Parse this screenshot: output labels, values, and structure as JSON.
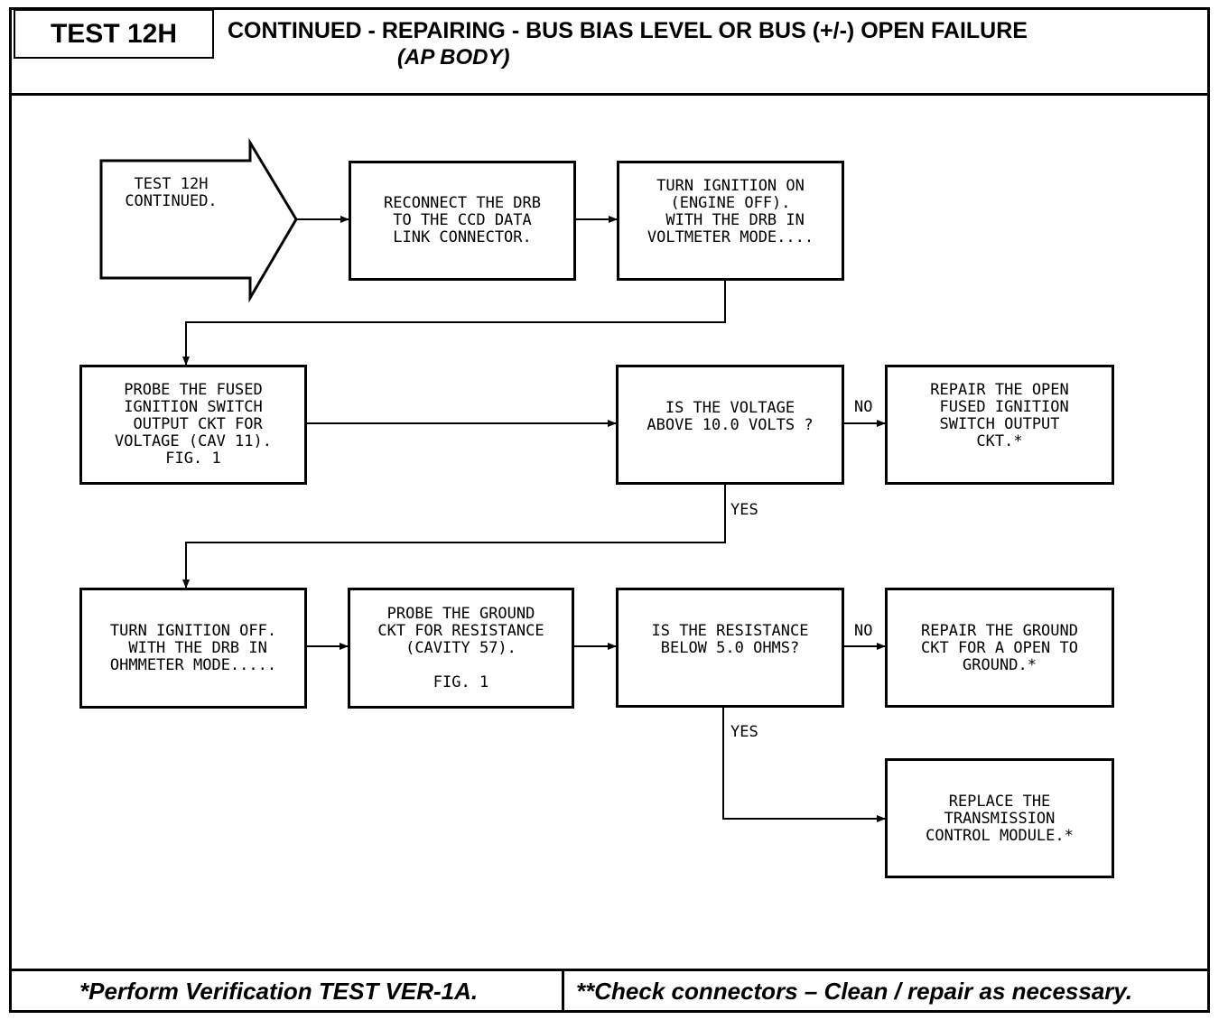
{
  "header": {
    "test_id": "TEST 12H",
    "title": "CONTINUED -  REPAIRING - BUS BIAS LEVEL OR BUS (+/-) OPEN FAILURE",
    "subtitle": "(AP BODY)"
  },
  "flow": {
    "start": "TEST 12H\nCONTINUED.",
    "reconnect": "RECONNECT THE DRB\nTO THE CCD DATA\nLINK CONNECTOR.",
    "ignition_on": "TURN IGNITION ON\n(ENGINE OFF).\n WITH THE DRB IN\nVOLTMETER MODE....",
    "probe_fused": "PROBE THE FUSED\nIGNITION SWITCH\n OUTPUT CKT FOR\nVOLTAGE (CAV 11).\nFIG. 1",
    "q_voltage": "IS THE VOLTAGE\nABOVE 10.0 VOLTS ?",
    "repair_open_fused": "REPAIR THE OPEN\n FUSED IGNITION\nSWITCH OUTPUT\nCKT.*",
    "ignition_off": "TURN IGNITION OFF.\n WITH THE DRB IN\nOHMMETER MODE.....",
    "probe_ground": "PROBE THE GROUND\nCKT FOR RESISTANCE\n(CAVITY 57).\n\nFIG. 1",
    "q_resistance": "IS THE RESISTANCE\nBELOW 5.0 OHMS?",
    "repair_ground": "REPAIR THE GROUND\nCKT FOR A OPEN TO\nGROUND.*",
    "replace_tcm": "REPLACE THE\nTRANSMISSION\nCONTROL MODULE.*"
  },
  "labels": {
    "no1": "NO",
    "yes1": "YES",
    "no2": "NO",
    "yes2": "YES"
  },
  "footer": {
    "left": "*Perform Verification TEST VER-1A.",
    "right": "**Check connectors – Clean / repair as necessary."
  }
}
